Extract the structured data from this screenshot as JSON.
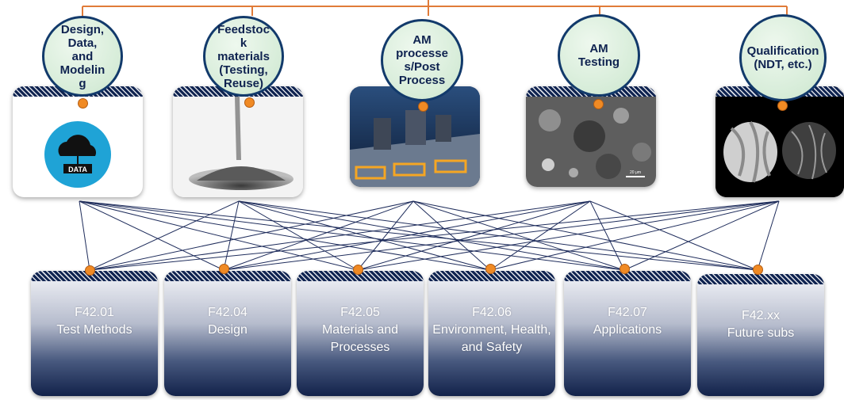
{
  "colors": {
    "navy": "#0f2350",
    "orange_dot": "#f08a24",
    "top_line": "#e07b39",
    "circle_fill": "#d6ecd8"
  },
  "topics": [
    {
      "label": "Design,\nData,\nand\nModelin\ng",
      "image": "cloud-data-icon"
    },
    {
      "label": "Feedstoc\nk\nmaterials\n(Testing,\nReuse)",
      "image": "powder-pour-photo"
    },
    {
      "label": "AM\nprocesse\ns/Post\nProcess",
      "image": "am-build-plate-photo"
    },
    {
      "label": "AM\nTesting",
      "image": "micrograph-photo"
    },
    {
      "label": "Qualification\n(NDT, etc.)",
      "image": "impeller-ct-scan-image"
    }
  ],
  "cloud_icon_text": "DATA",
  "scale_bar_text": "20 μm",
  "subcommittees": [
    {
      "code": "F42.01",
      "title": "Test Methods"
    },
    {
      "code": "F42.04",
      "title": "Design"
    },
    {
      "code": "F42.05",
      "title": "Materials and\nProcesses"
    },
    {
      "code": "F42.06",
      "title": "Environment, Health,\nand Safety"
    },
    {
      "code": "F42.07",
      "title": "Applications"
    },
    {
      "code": "F42.xx",
      "title": "Future subs"
    }
  ]
}
